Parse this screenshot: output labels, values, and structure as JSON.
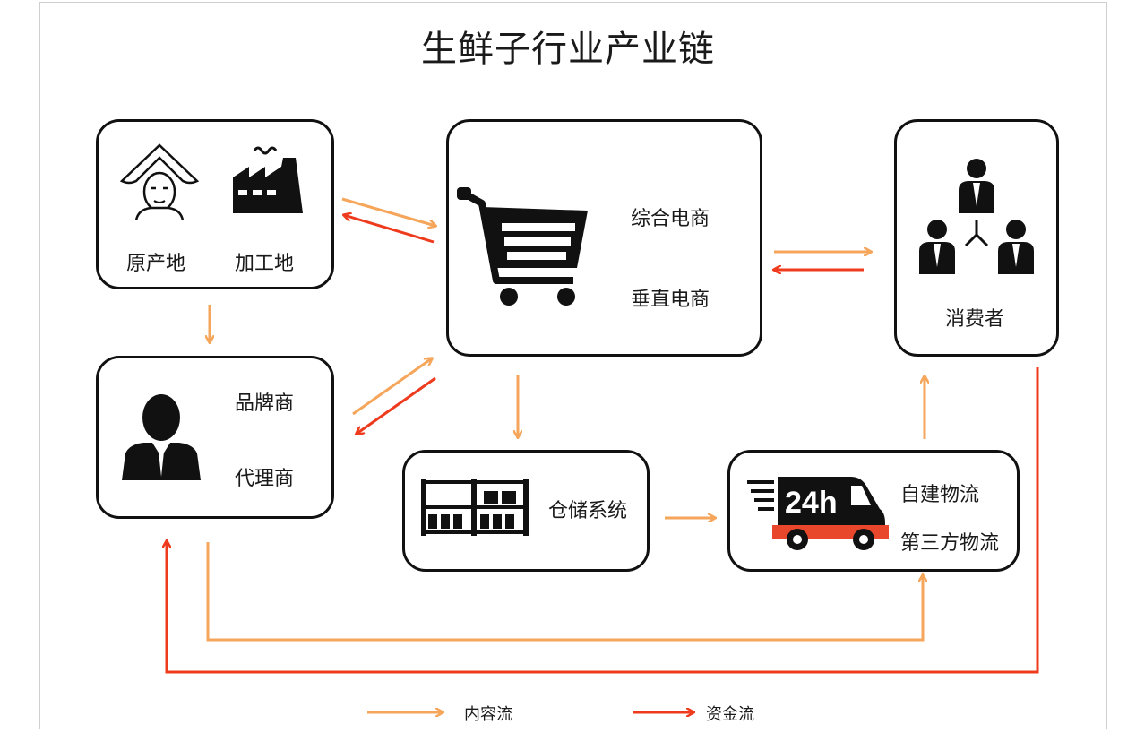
{
  "title": "生鲜子行业产业链",
  "nodes": {
    "origin": {
      "label_1": "原产地",
      "label_2": "加工地"
    },
    "ecommerce": {
      "label_1": "综合电商",
      "label_2": "垂直电商"
    },
    "consumer": {
      "label": "消费者"
    },
    "brand": {
      "label_1": "品牌商",
      "label_2": "代理商"
    },
    "warehouse": {
      "label": "仓储系统"
    },
    "logistics": {
      "label_1": "自建物流",
      "label_2": "第三方物流",
      "badge": "24h"
    }
  },
  "legend": {
    "content_flow": "内容流",
    "money_flow": "资金流"
  },
  "colors": {
    "content_flow": "#f5a65b",
    "money_flow": "#ee3b1e",
    "box_border": "#111111"
  }
}
